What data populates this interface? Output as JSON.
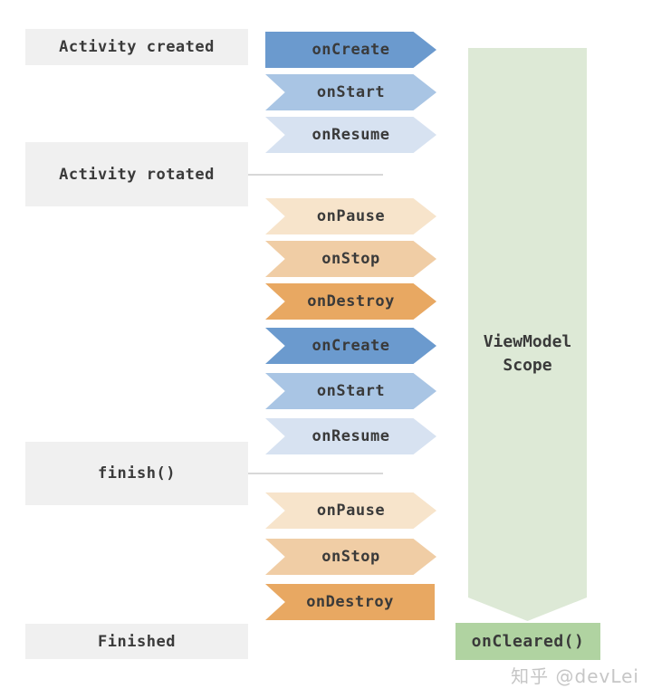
{
  "palette": {
    "blue_dark": "#6b9ace",
    "blue_mid": "#a9c5e4",
    "blue_light": "#d7e2f1",
    "orange_light": "#f7e4cb",
    "orange_mid": "#f0cda5",
    "orange_dark": "#e8a862",
    "green_scope_body": "#dde9d6",
    "green_cleared": "#b0d3a1",
    "stage_box_bg": "#f0f0f0",
    "connector_line": "#d8d8d8",
    "text": "#3a3a3a",
    "watermark": "#c6c6c6"
  },
  "stages": [
    {
      "label": "Activity created"
    },
    {
      "label": "Activity rotated"
    },
    {
      "label": "finish()"
    },
    {
      "label": "Finished"
    }
  ],
  "lifecycle_events": [
    {
      "label": "onCreate",
      "color": "#6b9ace"
    },
    {
      "label": "onStart",
      "color": "#a9c5e4"
    },
    {
      "label": "onResume",
      "color": "#d7e2f1"
    },
    {
      "label": "onPause",
      "color": "#f7e4cb"
    },
    {
      "label": "onStop",
      "color": "#f0cda5"
    },
    {
      "label": "onDestroy",
      "color": "#e8a862"
    },
    {
      "label": "onCreate",
      "color": "#6b9ace"
    },
    {
      "label": "onStart",
      "color": "#a9c5e4"
    },
    {
      "label": "onResume",
      "color": "#d7e2f1"
    },
    {
      "label": "onPause",
      "color": "#f7e4cb"
    },
    {
      "label": "onStop",
      "color": "#f0cda5"
    },
    {
      "label": "onDestroy",
      "color": "#e8a862"
    }
  ],
  "viewmodel": {
    "scope_line1": "ViewModel",
    "scope_line2": "Scope",
    "cleared_label": "onCleared()"
  },
  "watermark": "知乎 @devLei"
}
